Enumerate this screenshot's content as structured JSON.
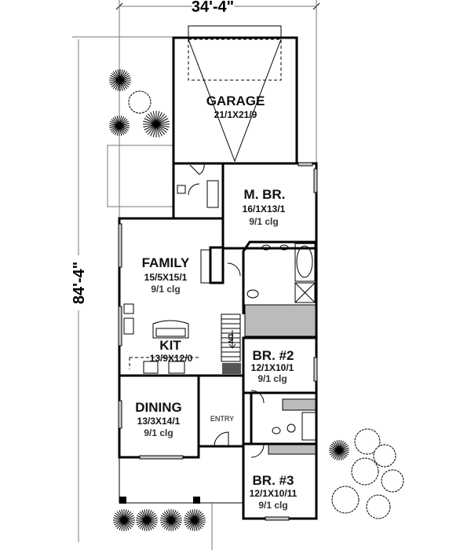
{
  "dimensions": {
    "width": "34'-4\"",
    "depth": "84'-4\""
  },
  "rooms": {
    "garage": {
      "name": "GARAGE",
      "size": "21/1X21/9"
    },
    "master": {
      "name": "M. BR.",
      "size": "16/1X13/1",
      "ceiling": "9/1 clg"
    },
    "family": {
      "name": "FAMILY",
      "size": "15/5X15/1",
      "ceiling": "9/1 clg"
    },
    "kitchen": {
      "name": "KIT",
      "size": "13/9X12/0"
    },
    "br2": {
      "name": "BR. #2",
      "size": "12/1X10/1",
      "ceiling": "9/1 clg"
    },
    "dining": {
      "name": "DINING",
      "size": "13/3X14/1",
      "ceiling": "9/1 clg"
    },
    "entry": {
      "name": "ENTRY"
    },
    "br3": {
      "name": "BR. #3",
      "size": "12/1X10/11",
      "ceiling": "9/1 clg"
    },
    "stair": {
      "label": "DN"
    }
  }
}
